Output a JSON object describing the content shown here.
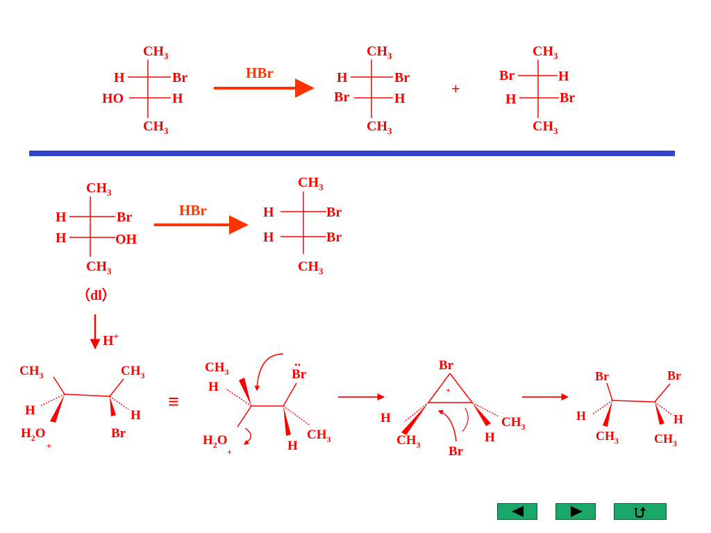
{
  "colors": {
    "ink": "#ff0000",
    "reagent_arrow": "#ff3300",
    "divider": "#3344cc",
    "nav_button": "#1aa869"
  },
  "labels": {
    "ch3": "CH",
    "sub3": "3",
    "h": "H",
    "br": "Br",
    "ho": "HO",
    "oh": "OH",
    "h2o_h": "H",
    "h2o_2": "2",
    "h2o_o": "O",
    "plus": "+",
    "equiv": "≡",
    "lone_pair": "..",
    "h_plus_base": "H",
    "h_plus_sup": "+"
  },
  "reaction1": {
    "reagent": "HBr",
    "plus": "+"
  },
  "reaction2": {
    "reagent": "HBr",
    "stereo_label": "（dl）"
  },
  "mechanism": {
    "catalyst": "H"
  },
  "nav": {
    "prev_icon": "triangle-left-icon",
    "next_icon": "triangle-right-icon",
    "return_icon": "return-icon"
  }
}
